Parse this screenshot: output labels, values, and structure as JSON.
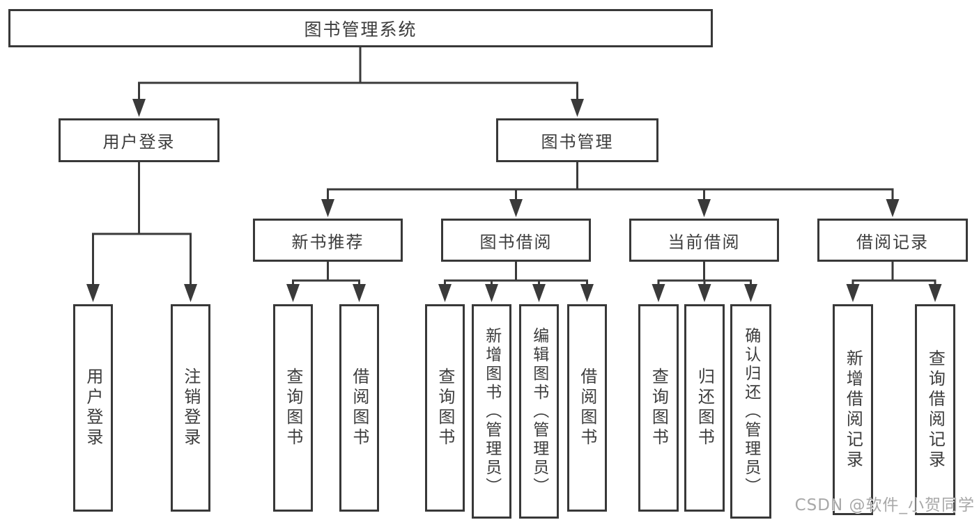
{
  "colors": {
    "line": "#3a3a3a",
    "box_border": "#383838",
    "text": "#3c3c3c",
    "watermark": "#a8a8a8",
    "background": "#ffffff"
  },
  "watermark": "CSDN @软件_小贺同学",
  "tree": {
    "root": {
      "label": "图书管理系统"
    },
    "branches": [
      {
        "label": "用户登录"
      },
      {
        "label": "图书管理"
      }
    ],
    "modules": [
      {
        "label": "新书推荐"
      },
      {
        "label": "图书借阅"
      },
      {
        "label": "当前借阅"
      },
      {
        "label": "借阅记录"
      }
    ],
    "leaves": {
      "user_login": [
        {
          "label": "用户登录"
        },
        {
          "label": "注销登录"
        }
      ],
      "new_book_recommend": [
        {
          "label": "查询图书"
        },
        {
          "label": "借阅图书"
        }
      ],
      "book_borrow": [
        {
          "label": "查询图书"
        },
        {
          "label": "新增图书（管理员）"
        },
        {
          "label": "编辑图书（管理员）"
        },
        {
          "label": "借阅图书"
        }
      ],
      "current_borrow": [
        {
          "label": "查询图书"
        },
        {
          "label": "归还图书"
        },
        {
          "label": "确认归还（管理员）"
        }
      ],
      "borrow_records": [
        {
          "label": "新增借阅记录"
        },
        {
          "label": "查询借阅记录"
        }
      ]
    }
  }
}
